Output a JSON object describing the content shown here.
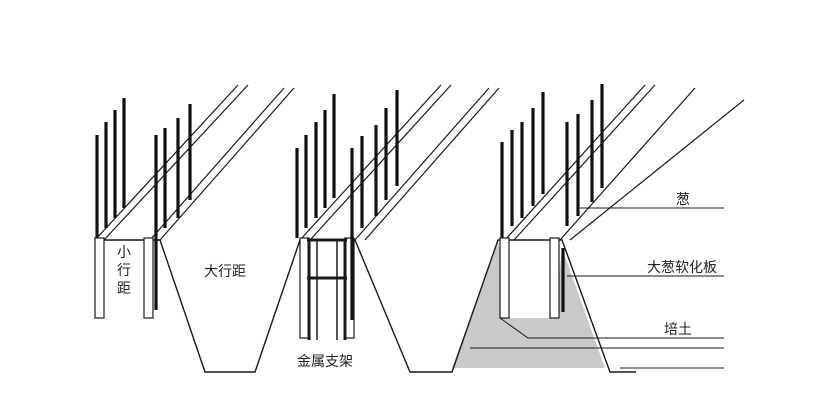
{
  "labels": {
    "small_row_spacing_chars": [
      "小",
      "行",
      "距"
    ],
    "large_row_spacing": "大行距",
    "metal_support": "金属支架",
    "scallion": "葱",
    "scallion_softening_board": "大葱软化板",
    "soil_hilling": "培土"
  },
  "colors": {
    "line": "#1a1a1a",
    "soil_fill": "#c9c9c9",
    "board_fill": "#ffffff",
    "background": "#ffffff"
  }
}
